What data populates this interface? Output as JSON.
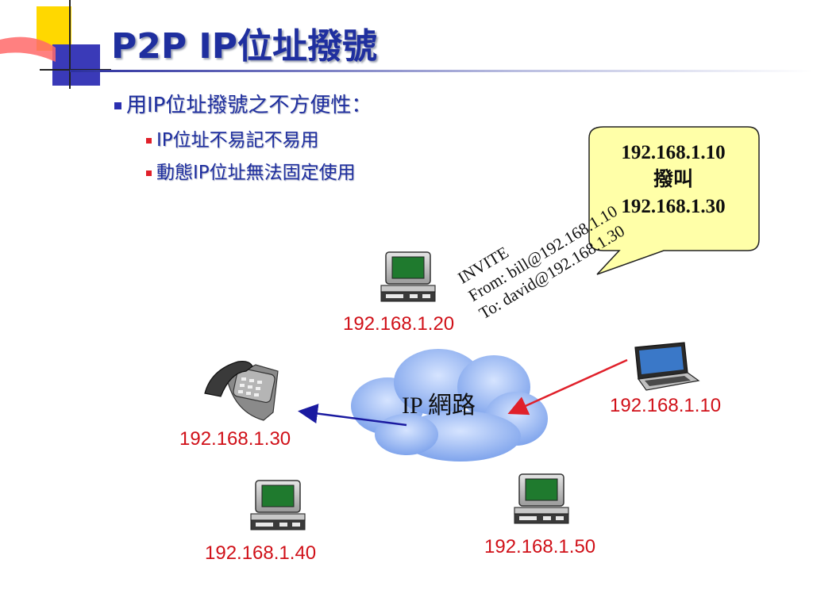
{
  "title": "P2P IP位址撥號",
  "bullets": {
    "main": "用IP位址撥號之不方便性：",
    "sub": [
      "IP位址不易記不易用",
      "動態IP位址無法固定使用"
    ]
  },
  "callout": {
    "line1": "192.168.1.10",
    "line2": "撥叫",
    "line3": "192.168.1.30"
  },
  "invite": {
    "line1": "INVITE",
    "line2": "From: bill@192.168.1.10",
    "line3": "To: david@192.168.1.30"
  },
  "cloud_label": "IP 網路",
  "nodes": {
    "pc_top": "192.168.1.20",
    "phone": "192.168.1.30",
    "laptop": "192.168.1.10",
    "pc_bottom_left": "192.168.1.40",
    "pc_bottom_right": "192.168.1.50"
  },
  "colors": {
    "title": "#1f2f9f",
    "label_red": "#d01018",
    "callout_fill": "#ffffa8",
    "cloud": "#8fb2f2",
    "arrow_red": "#e0202a",
    "arrow_blue": "#1a1aa0"
  }
}
